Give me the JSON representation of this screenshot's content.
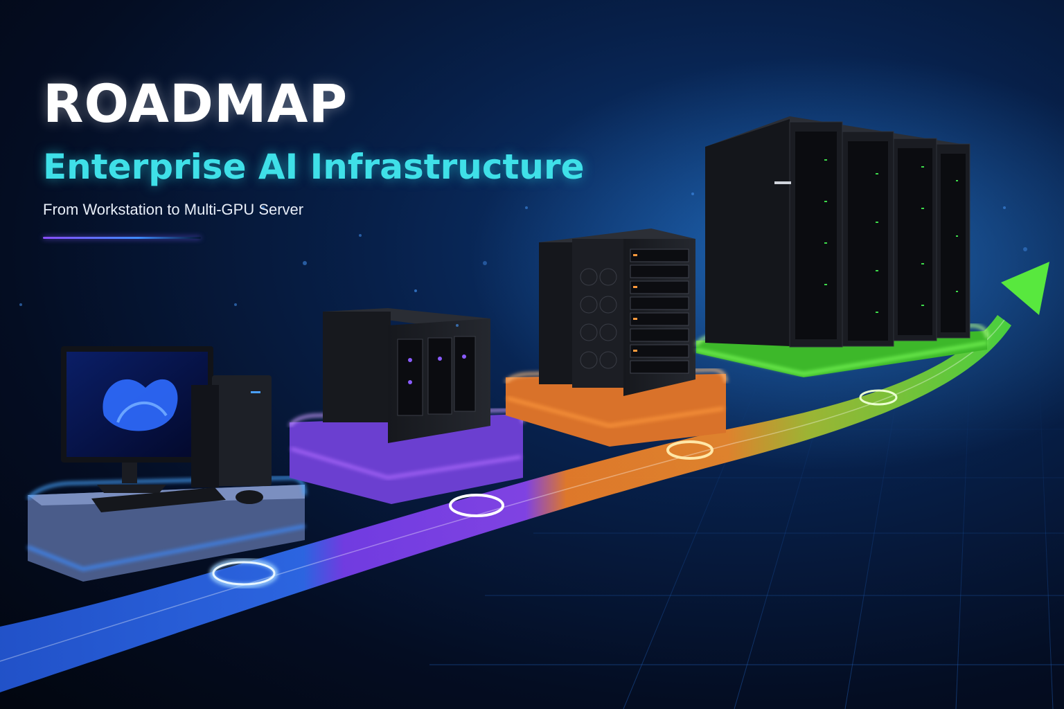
{
  "header": {
    "title": "ROADMAP",
    "subtitle": "Enterprise AI Infrastructure",
    "tagline": "From Workstation to Multi-GPU Server"
  },
  "colors": {
    "title": "#ffffff",
    "subtitle_cyan": "#3fe0e8",
    "stage_blue": "#2f6cf0",
    "stage_purple": "#8a46f0",
    "stage_orange": "#f08a2a",
    "stage_green": "#4ddc3a",
    "background": "#061634"
  },
  "stages": [
    {
      "name": "workstation",
      "color": "blue",
      "icon": "desktop-workstation-icon"
    },
    {
      "name": "tower-server",
      "color": "purple",
      "icon": "compact-server-icon"
    },
    {
      "name": "gpu-server",
      "color": "orange",
      "icon": "rack-server-icon"
    },
    {
      "name": "multi-gpu-cluster",
      "color": "green",
      "icon": "server-rack-cluster-icon"
    }
  ]
}
